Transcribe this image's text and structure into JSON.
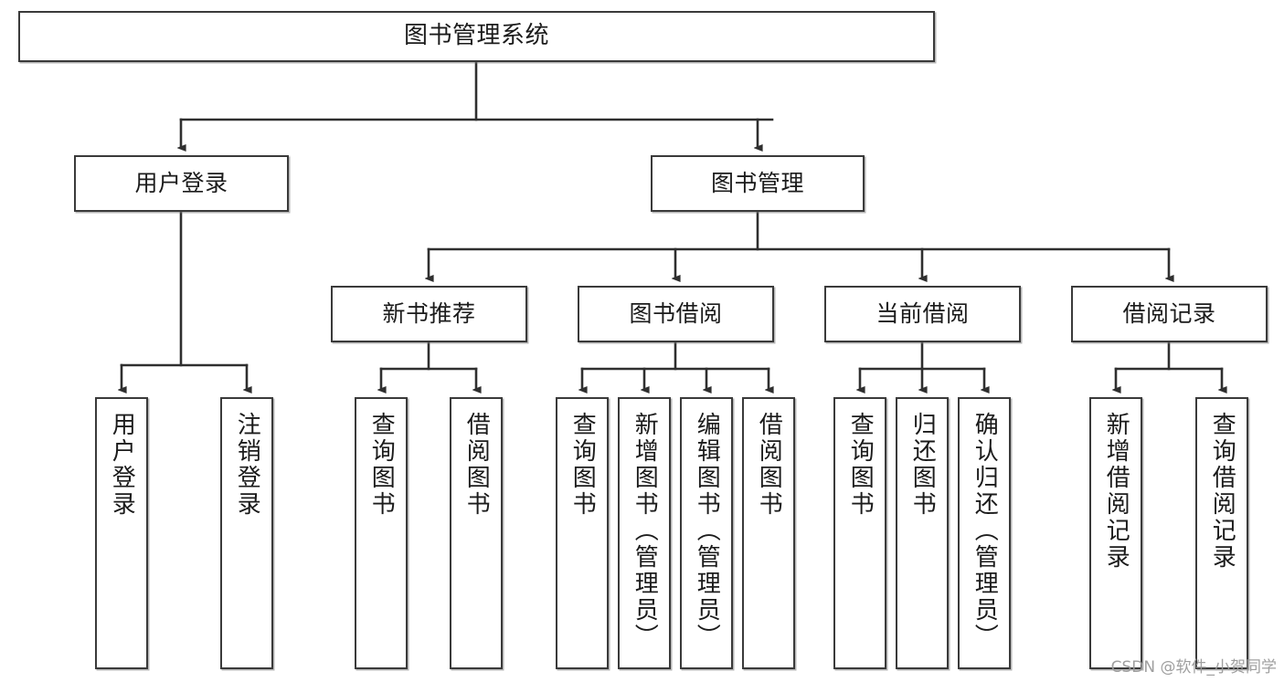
{
  "diagram": {
    "title": "图书管理系统",
    "type": "tree",
    "watermark": "CSDN @软件_小贺同学",
    "colors": {
      "box_border": "#3a3a3a",
      "box_fill": "#ffffff",
      "connector": "#2f2f2f",
      "text": "#1b1b1b",
      "watermark": "#9a9a9a"
    },
    "root": {
      "label": "图书管理系统"
    },
    "level1": [
      {
        "label": "用户登录"
      },
      {
        "label": "图书管理"
      }
    ],
    "level2": [
      {
        "label": "新书推荐"
      },
      {
        "label": "图书借阅"
      },
      {
        "label": "当前借阅"
      },
      {
        "label": "借阅记录"
      }
    ],
    "leaves": {
      "user_login": [
        {
          "label": "用户登录"
        },
        {
          "label": "注销登录"
        }
      ],
      "new_book": [
        {
          "label": "查询图书"
        },
        {
          "label": "借阅图书"
        }
      ],
      "book_borrow": [
        {
          "label": "查询图书"
        },
        {
          "label": "新增图书（管理员）"
        },
        {
          "label": "编辑图书（管理员）"
        },
        {
          "label": "借阅图书"
        }
      ],
      "current_borrow": [
        {
          "label": "查询图书"
        },
        {
          "label": "归还图书"
        },
        {
          "label": "确认归还（管理员）"
        }
      ],
      "borrow_record": [
        {
          "label": "新增借阅记录"
        },
        {
          "label": "查询借阅记录"
        }
      ]
    }
  }
}
